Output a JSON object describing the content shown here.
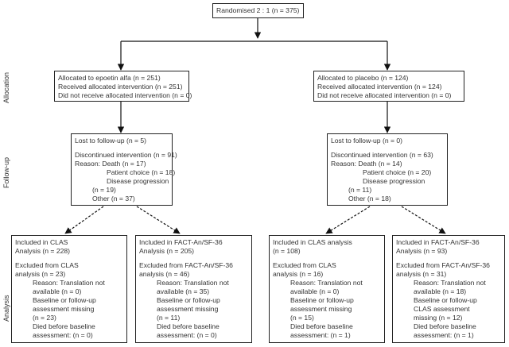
{
  "stage_labels": {
    "allocation": "Allocation",
    "follow_up": "Follow-up",
    "analysis": "Analysis"
  },
  "randomised": "Randomised 2 : 1 (n = 375)",
  "arms": [
    {
      "allocation": [
        "Allocated to epoetin alfa (n = 251)",
        "Received allocated intervention (n = 251)",
        "Did not receive allocated intervention (n = 0)"
      ],
      "followup": {
        "lost": "Lost to follow-up (n = 5)",
        "discontinued": "Discontinued intervention (n = 91)",
        "reason": "Reason: Death (n = 17)",
        "patient_choice": "Patient choice (n = 18)",
        "disease_progression": "Disease progression",
        "disease_n": "(n = 19)",
        "other": "Other (n = 37)"
      },
      "clas": {
        "l1": "Included in CLAS",
        "l2": "Analysis (n = 228)",
        "l3": "Excluded from CLAS",
        "l4": "analysis (n = 23)",
        "l5": "Reason: Translation not",
        "l6": "available (n = 0)",
        "l7": "Baseline or follow-up",
        "l8": "assessment missing",
        "l9": "(n = 23)",
        "l10": "Died before baseline",
        "l11": "assessment: (n = 0)"
      },
      "fact": {
        "l1": "Included in FACT-An/SF-36",
        "l2": "Analysis (n = 205)",
        "l3": "Excluded from FACT-An/SF-36",
        "l4": "analysis (n = 46)",
        "l5": "Reason: Translation not",
        "l6": "available (n = 35)",
        "l7": "Baseline or follow-up",
        "l8": "assessment missing",
        "l9": "(n = 11)",
        "l10": "Died before baseline",
        "l11": "assessment: (n = 0)"
      }
    },
    {
      "allocation": [
        "Allocated to placebo (n = 124)",
        "Received allocated intervention (n = 124)",
        "Did not receive allocated intervention (n = 0)"
      ],
      "followup": {
        "lost": "Lost to follow-up (n = 0)",
        "discontinued": "Discontinued intervention (n = 63)",
        "reason": "Reason: Death (n = 14)",
        "patient_choice": "Patient choice (n = 20)",
        "disease_progression": "Disease progression",
        "disease_n": "(n = 11)",
        "other": "Other (n = 18)"
      },
      "clas": {
        "l1": "Included in CLAS analysis",
        "l2": "(n = 108)",
        "l3": "Excluded from CLAS",
        "l4": "analysis (n = 16)",
        "l5": "Reason: Translation not",
        "l6": "available (n = 0)",
        "l7": "Baseline or follow-up",
        "l8": "assessment missing",
        "l9": "(n = 15)",
        "l10": "Died before baseline",
        "l11": "assessment: (n = 1)"
      },
      "fact": {
        "l1": "Included in FACT-An/SF-36",
        "l2": "Analysis (n = 93)",
        "l3": "Excluded from FACT-An/SF-36",
        "l4": "analysis (n = 31)",
        "l5": "Reason: Translation not",
        "l6": "available (n = 18)",
        "l7": "Baseline or follow-up",
        "l8": "CLAS assessment",
        "l9": "missing (n = 12)",
        "l10": "Died before baseline",
        "l11": "assessment: (n = 1)"
      }
    }
  ]
}
